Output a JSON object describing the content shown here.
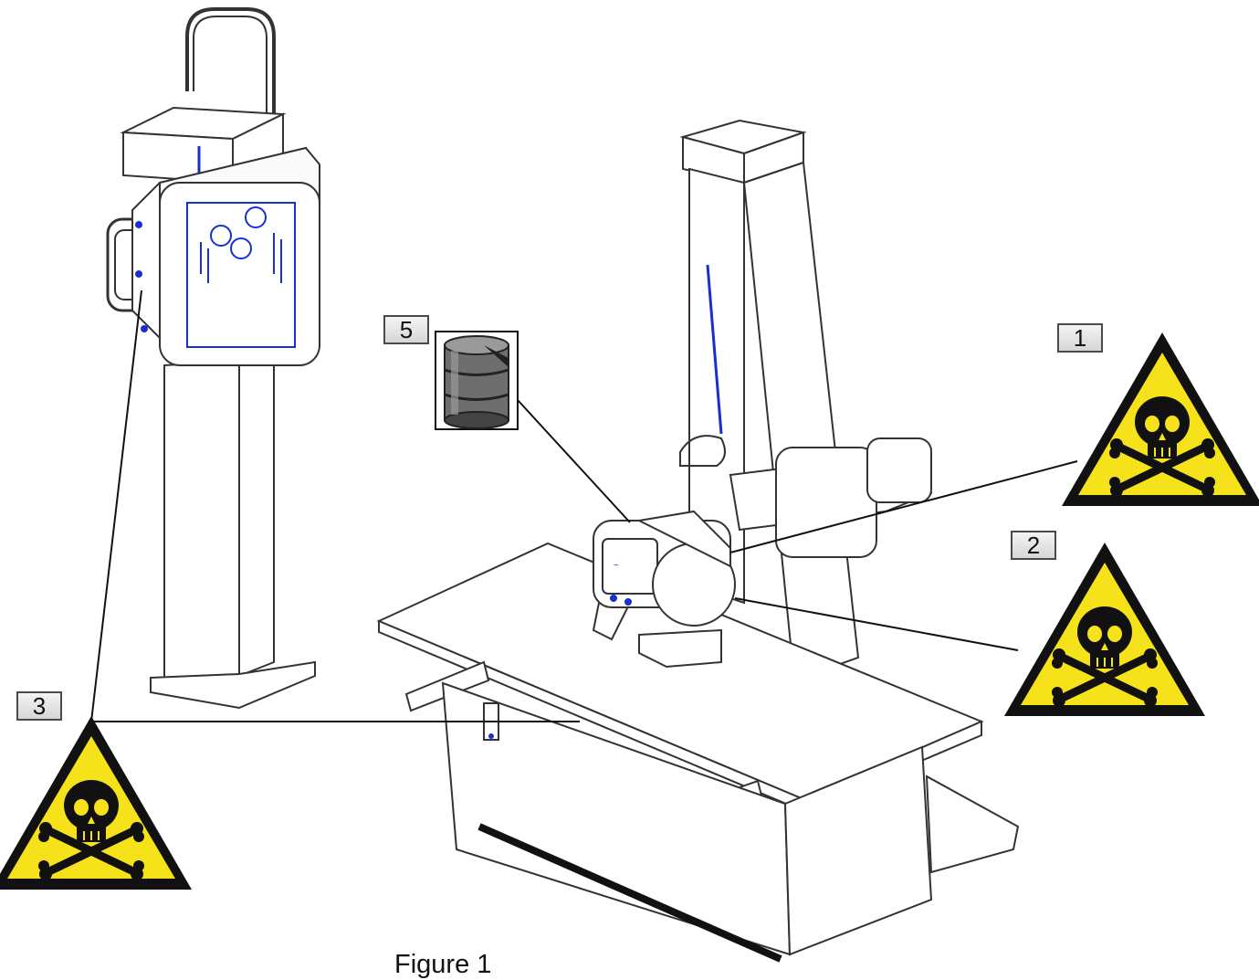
{
  "figure": {
    "caption": "Figure 1",
    "callouts": {
      "c1": "1",
      "c2": "2",
      "c3": "3",
      "c5": "5"
    },
    "icons": {
      "hazard": "skull-crossbones-warning-icon",
      "drum": "oil-drum-icon"
    },
    "colors": {
      "hazard_fill": "#f6e21a",
      "hazard_border": "#111111",
      "equipment_line": "#333333",
      "detector_accent": "#1a2fd0"
    }
  }
}
